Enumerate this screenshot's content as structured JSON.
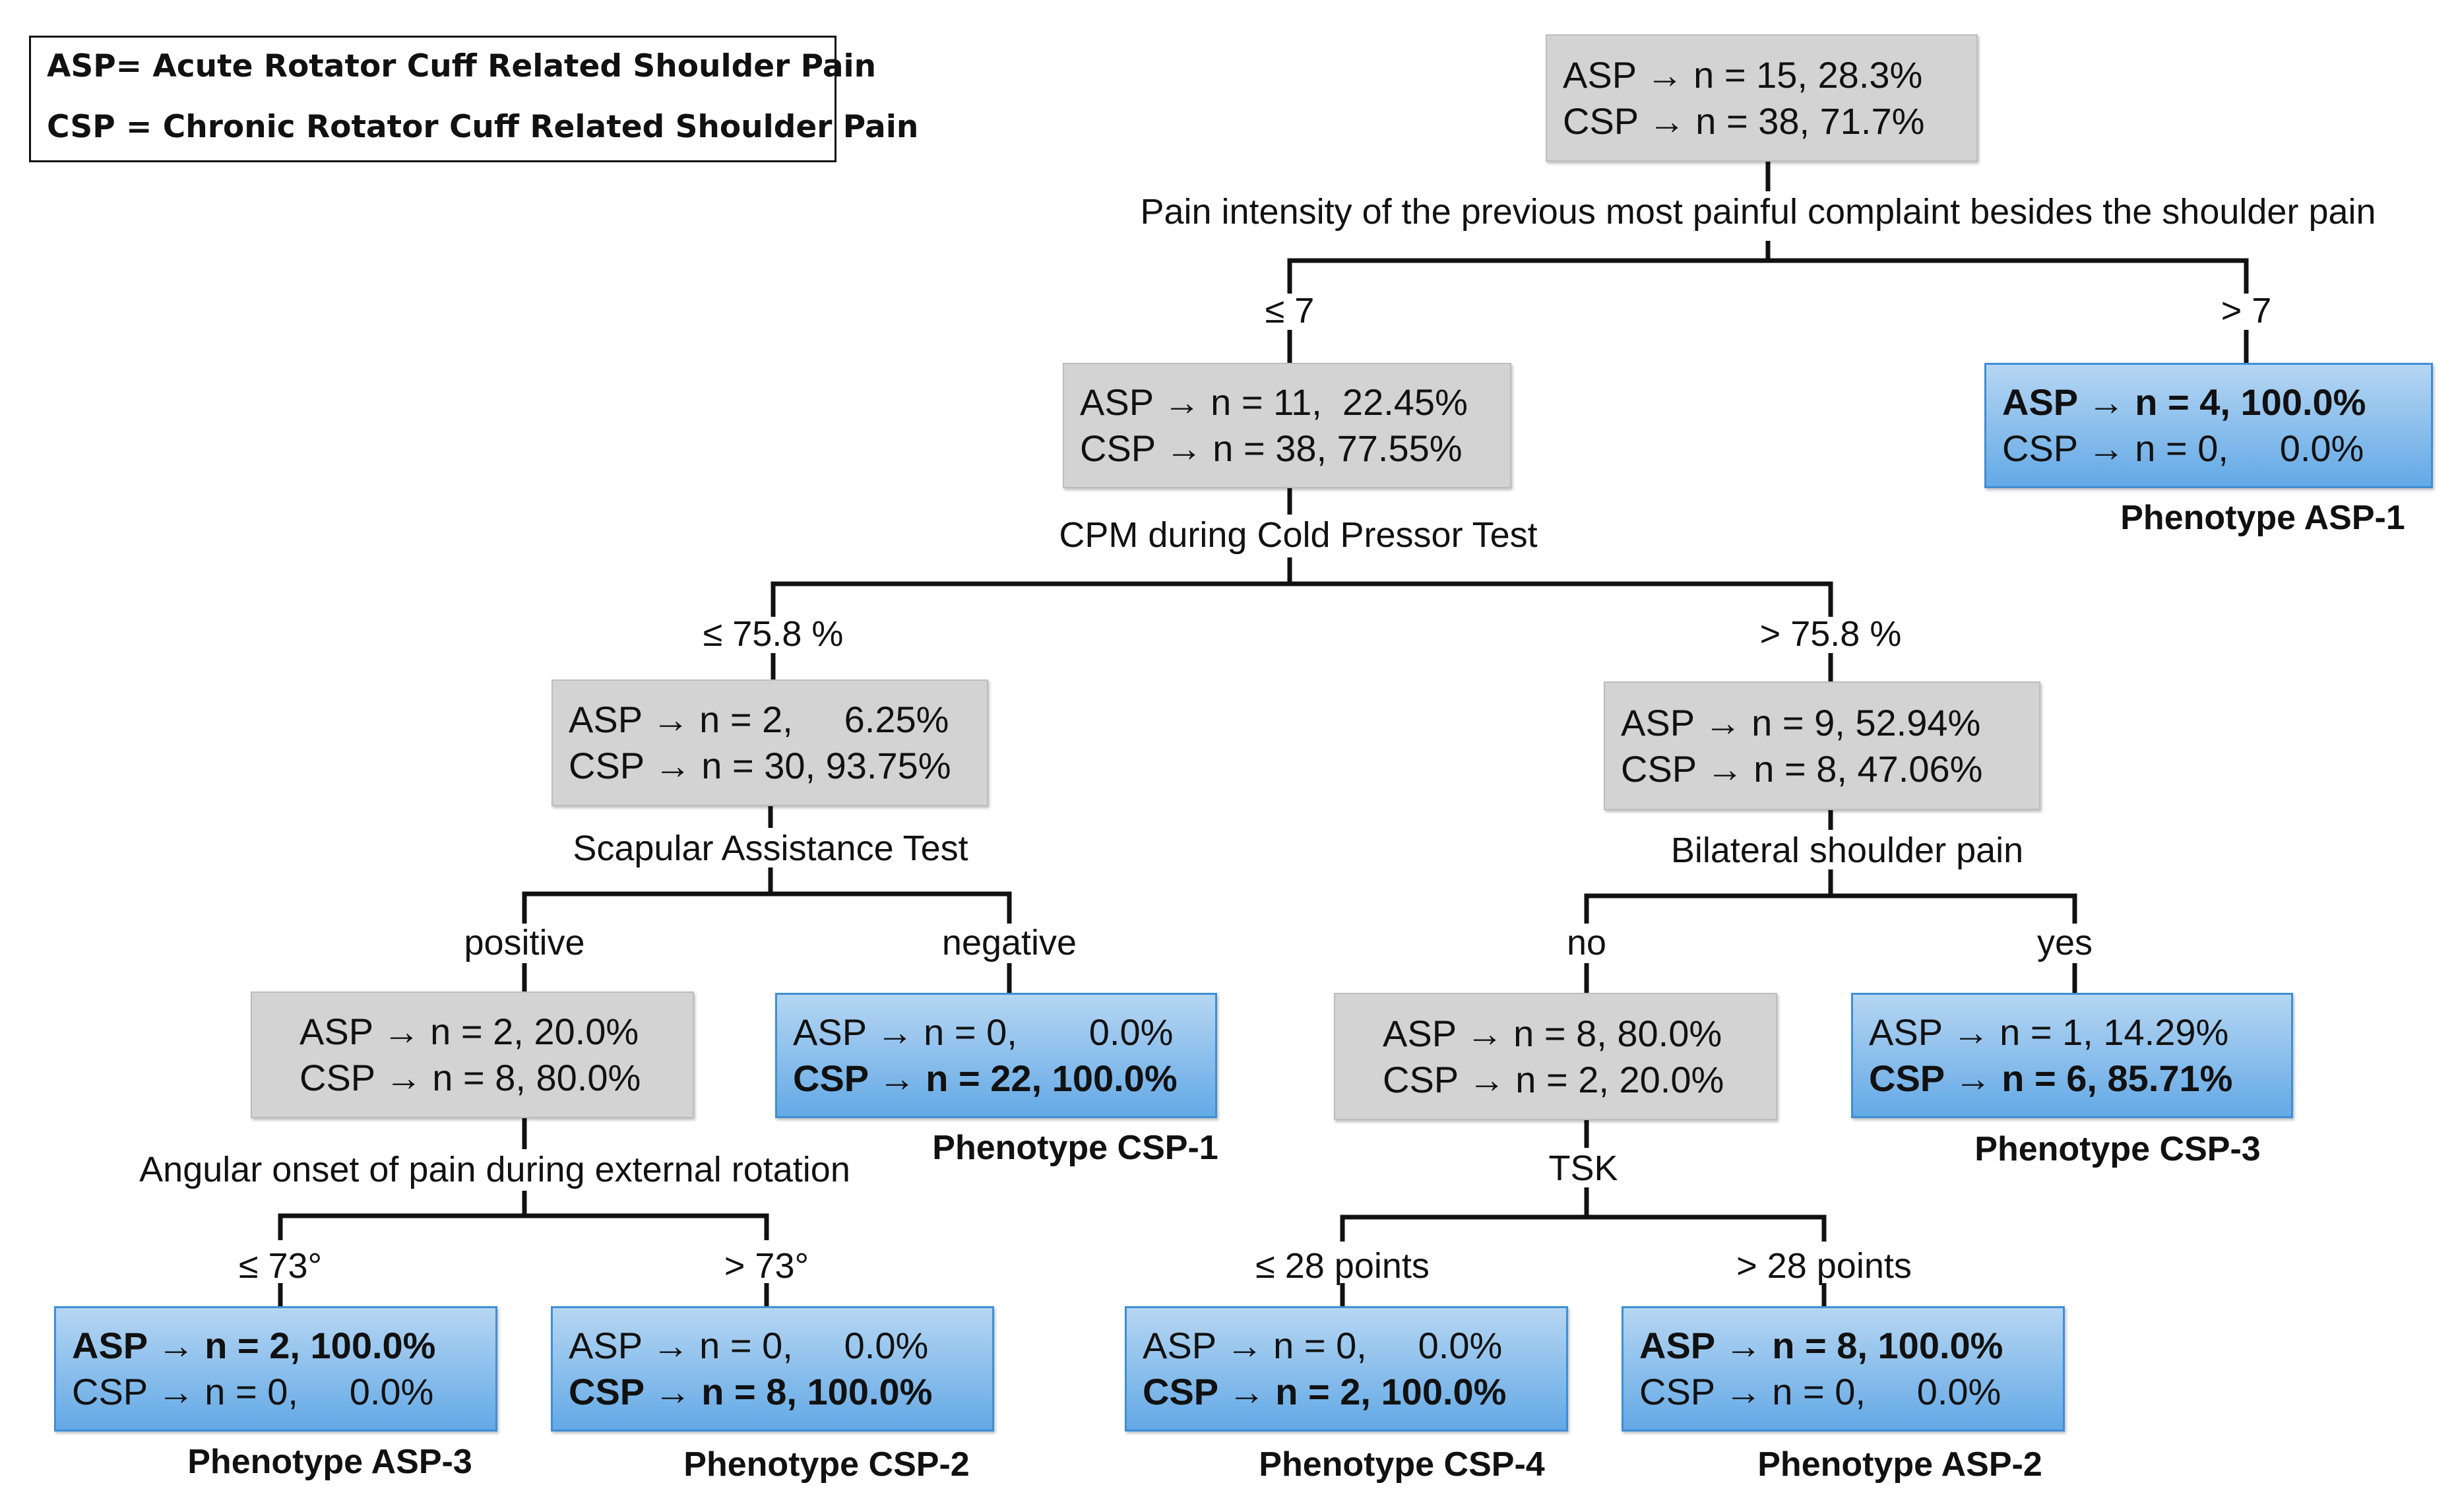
{
  "legend": {
    "asp_line": "ASP= Acute Rotator Cuff Related Shoulder Pain",
    "csp_line": "CSP = Chronic Rotator Cuff Related Shoulder Pain"
  },
  "nodes": {
    "root": {
      "asp": "ASP → n = 15, 28.3%",
      "csp": "CSP → n = 38, 71.7%"
    },
    "n1": {
      "asp": "ASP → n = 11,  22.45%",
      "csp": "CSP → n = 38, 77.55%"
    },
    "asp1": {
      "asp": "ASP → n = 4, 100.0%",
      "csp": "CSP → n = 0,     0.0%",
      "phenotype": "Phenotype ASP-1"
    },
    "n2": {
      "asp": "ASP → n = 2,     6.25%",
      "csp": "CSP → n = 30, 93.75%"
    },
    "n3": {
      "asp": "ASP → n = 9, 52.94%",
      "csp": "CSP → n = 8, 47.06%"
    },
    "n4": {
      "asp": "ASP → n = 2, 20.0%",
      "csp": "CSP → n = 8, 80.0%"
    },
    "csp1": {
      "asp": "ASP → n = 0,       0.0%",
      "csp": "CSP → n = 22, 100.0%",
      "phenotype": "Phenotype CSP-1"
    },
    "n5": {
      "asp": "ASP → n = 8, 80.0%",
      "csp": "CSP → n = 2, 20.0%"
    },
    "csp3": {
      "asp": "ASP → n = 1, 14.29%",
      "csp": "CSP → n = 6, 85.71%",
      "phenotype": "Phenotype CSP-3"
    },
    "asp3": {
      "asp": "ASP → n = 2, 100.0%",
      "csp": "CSP → n = 0,     0.0%",
      "phenotype": "Phenotype ASP-3"
    },
    "csp2": {
      "asp": "ASP → n = 0,     0.0%",
      "csp": "CSP → n = 8, 100.0%",
      "phenotype": "Phenotype CSP-2"
    },
    "csp4": {
      "asp": "ASP → n = 0,     0.0%",
      "csp": "CSP → n = 2, 100.0%",
      "phenotype": "Phenotype CSP-4"
    },
    "asp2": {
      "asp": "ASP → n = 8, 100.0%",
      "csp": "CSP → n = 0,     0.0%",
      "phenotype": "Phenotype ASP-2"
    }
  },
  "splits": {
    "root": "Pain intensity of the previous most painful complaint besides the shoulder pain",
    "n1": "CPM during Cold Pressor Test",
    "n2": "Scapular Assistance Test",
    "n3": "Bilateral shoulder pain",
    "n4": "Angular onset of pain during external rotation",
    "n5": "TSK"
  },
  "branches": {
    "root_left": "≤ 7",
    "root_right": "> 7",
    "n1_left": "≤ 75.8 %",
    "n1_right": "> 75.8 %",
    "n2_left": "positive",
    "n2_right": "negative",
    "n3_left": "no",
    "n3_right": "yes",
    "n4_left": "≤ 73°",
    "n4_right": "> 73°",
    "n5_left": "≤ 28 points",
    "n5_right": "> 28 points"
  }
}
